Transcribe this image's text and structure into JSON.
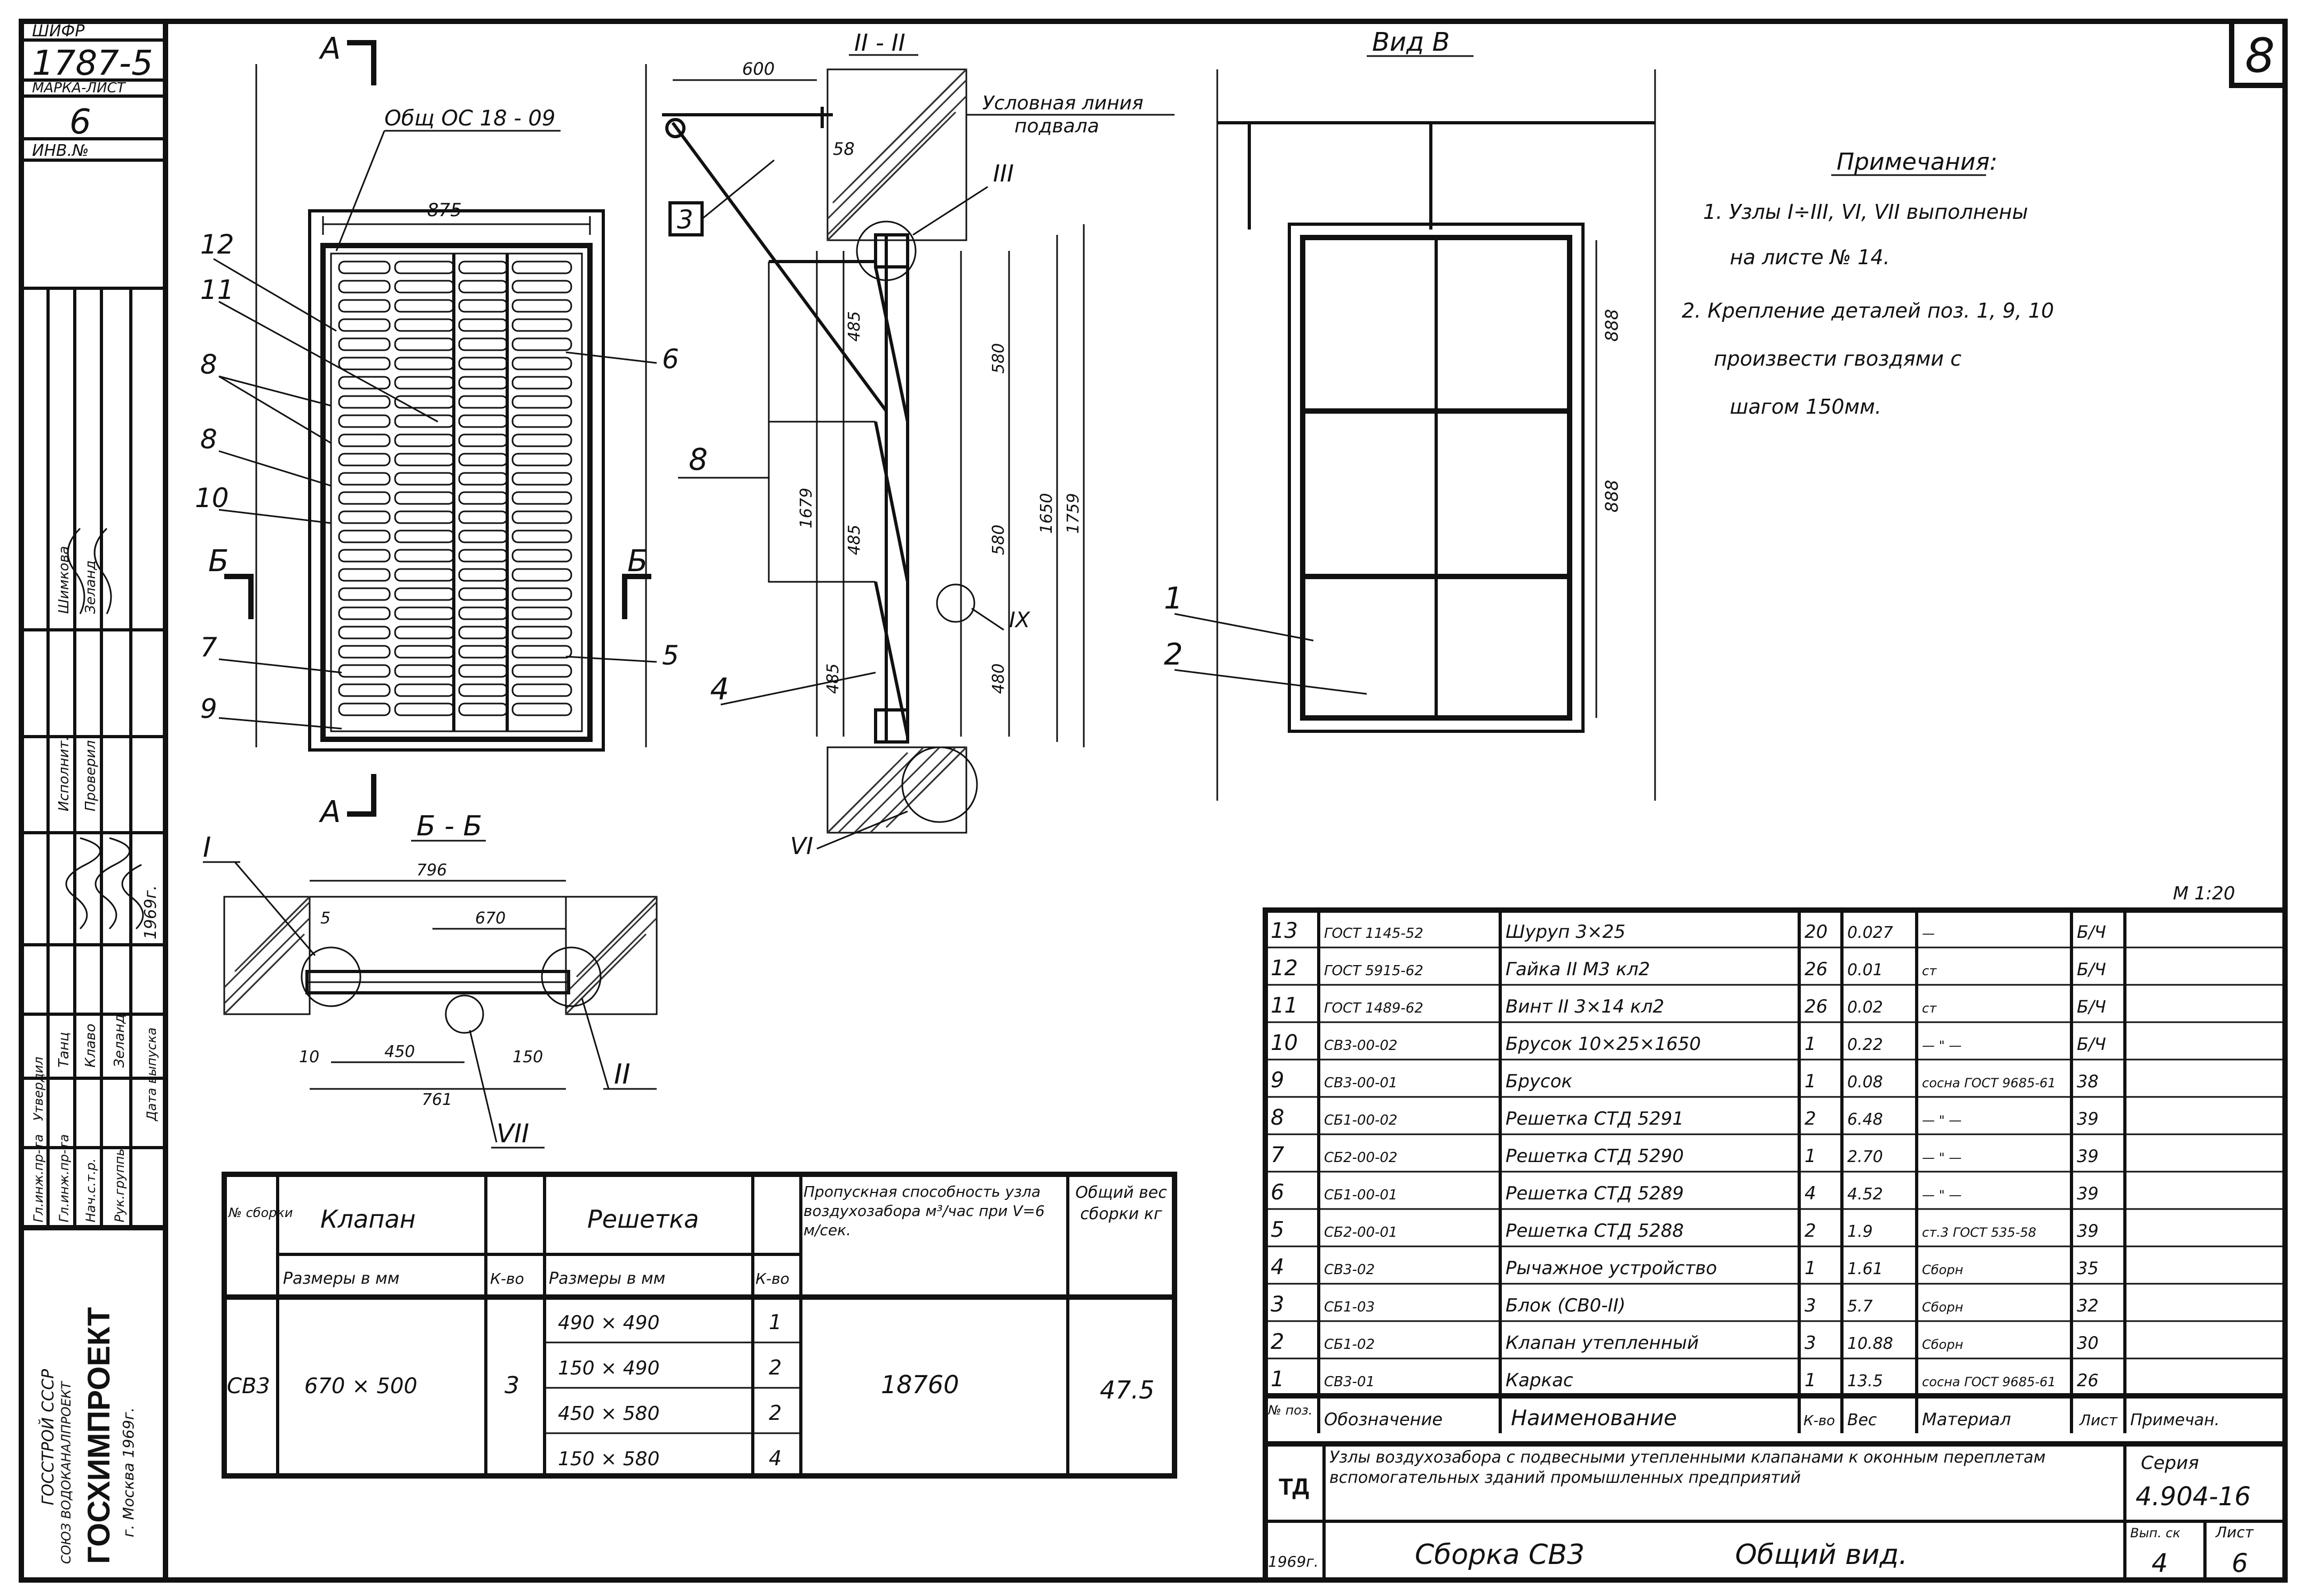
{
  "sheet": {
    "sheet_number": "8",
    "scale": "М 1:20",
    "stamp_top": [
      "ШИФР",
      "1787-5",
      "МАРКА-ЛИСТ",
      "6",
      "ИНВ.№"
    ],
    "org": [
      "СОЮЗ ВОДОКАНАЛПРОЕКТ",
      "ГОССТРОЙ СССР",
      "ГОСХИМПРОЕКТ",
      "г. Москва 1969г."
    ],
    "signatures": {
      "roles": [
        "Исполнит.",
        "Проверил",
        "Утвердил",
        "Гл.инж.пр-та",
        "Гл.инж.пр-та",
        "Нач.с.т.р.",
        "Рук.группы",
        "Дата выпуска"
      ],
      "names": [
        "Шимкова",
        "Зеланд",
        "Танц",
        "Клаво",
        "Зеланд"
      ],
      "year": "1969г."
    }
  },
  "views": {
    "section_a_marker": "А",
    "section_b_marker": "Б",
    "view_ii_title": "II - II",
    "view_v_title": "Вид В",
    "section_bb_title": "Б - Б",
    "label_detail_ref": "Общ ОС 18 - 09",
    "conditional_line": [
      "Условная линия",
      "подвала"
    ],
    "front_callouts": [
      "12",
      "11",
      "8",
      "8",
      "10",
      "6",
      "7",
      "9",
      "5"
    ],
    "side_callouts": [
      "3",
      "8",
      "4",
      "III",
      "IX",
      "VI"
    ],
    "view_v_callouts": [
      "1",
      "2"
    ],
    "section_callouts": [
      "I",
      "II",
      "VII"
    ],
    "dims_front": [
      "875"
    ],
    "dims_side": [
      "600",
      "58",
      "485",
      "485",
      "485",
      "1679",
      "580",
      "580",
      "480",
      "1650",
      "1759"
    ],
    "dims_view_v": [
      "888",
      "888"
    ],
    "dims_section": [
      "796",
      "670",
      "450",
      "150",
      "761",
      "5",
      "10"
    ]
  },
  "notes": {
    "title": "Примечания:",
    "lines": [
      "1. Узлы I÷III, VI, VII выполнены",
      "на листе № 14.",
      "2. Крепление деталей поз. 1, 9, 10",
      "произвести гвоздями с",
      "шагом 150мм."
    ]
  },
  "left_table": {
    "headers": {
      "no": "№ сборки",
      "valve": "Клапан",
      "grid": "Решетка",
      "capacity": "Пропускная способность узла воздухозабора м³/час при V=6 м/сек.",
      "weight": "Общий вес сборки кг"
    },
    "subheaders": {
      "size": "Размеры в мм",
      "qty": "К-во"
    },
    "row": {
      "no": "СВ3",
      "valve_size": "670 × 500",
      "valve_qty": "3",
      "grids": [
        {
          "size": "490 × 490",
          "qty": "1"
        },
        {
          "size": "150 × 490",
          "qty": "2"
        },
        {
          "size": "450 × 580",
          "qty": "2"
        },
        {
          "size": "150 × 580",
          "qty": "4"
        }
      ],
      "capacity": "18760",
      "weight": "47.5"
    }
  },
  "spec_table": {
    "headers": [
      "№ поз.",
      "Обозначение",
      "Наименование",
      "К-во",
      "Вес",
      "Материал",
      "Лист",
      "Примечан."
    ],
    "rows": [
      [
        "13",
        "ГОСТ 1145-52",
        "Шуруп 3×25",
        "20",
        "0.027",
        "—",
        "Б/Ч",
        ""
      ],
      [
        "12",
        "ГОСТ 5915-62",
        "Гайка II М3 кл2",
        "26",
        "0.01",
        "ст",
        "Б/Ч",
        ""
      ],
      [
        "11",
        "ГОСТ 1489-62",
        "Винт II 3×14 кл2",
        "26",
        "0.02",
        "ст",
        "Б/Ч",
        ""
      ],
      [
        "10",
        "СВ3-00-02",
        "Брусок 10×25×1650",
        "1",
        "0.22",
        "— \" —",
        "Б/Ч",
        ""
      ],
      [
        "9",
        "СВ3-00-01",
        "Брусок",
        "1",
        "0.08",
        "сосна ГОСТ 9685-61",
        "38",
        ""
      ],
      [
        "8",
        "СБ1-00-02",
        "Решетка СТД 5291",
        "2",
        "6.48",
        "— \" —",
        "39",
        ""
      ],
      [
        "7",
        "СБ2-00-02",
        "Решетка СТД 5290",
        "1",
        "2.70",
        "— \" —",
        "39",
        ""
      ],
      [
        "6",
        "СБ1-00-01",
        "Решетка СТД 5289",
        "4",
        "4.52",
        "— \" —",
        "39",
        ""
      ],
      [
        "5",
        "СБ2-00-01",
        "Решетка СТД 5288",
        "2",
        "1.9",
        "ст.3 ГОСТ 535-58",
        "39",
        ""
      ],
      [
        "4",
        "СВ3-02",
        "Рычажное устройство",
        "1",
        "1.61",
        "Сборн",
        "35",
        ""
      ],
      [
        "3",
        "СБ1-03",
        "Блок (СВ0-II)",
        "3",
        "5.7",
        "Сборн",
        "32",
        ""
      ],
      [
        "2",
        "СБ1-02",
        "Клапан утепленный",
        "3",
        "10.88",
        "Сборн",
        "30",
        ""
      ],
      [
        "1",
        "СВ3-01",
        "Каркас",
        "1",
        "13.5",
        "сосна ГОСТ 9685-61",
        "26",
        ""
      ]
    ]
  },
  "title_block": {
    "code": "ТД",
    "description": "Узлы воздухозабора с подвесными утепленными клапанами к оконным переплетам вспомогательных зданий промышленных предприятий",
    "series_label": "Серия",
    "series": "4.904-16",
    "year": "1969г.",
    "name": "Сборка СВ3",
    "subname": "Общий вид.",
    "issue_label": "Вып. ск",
    "issue": "4",
    "sheet_label": "Лист",
    "sheet": "6"
  }
}
